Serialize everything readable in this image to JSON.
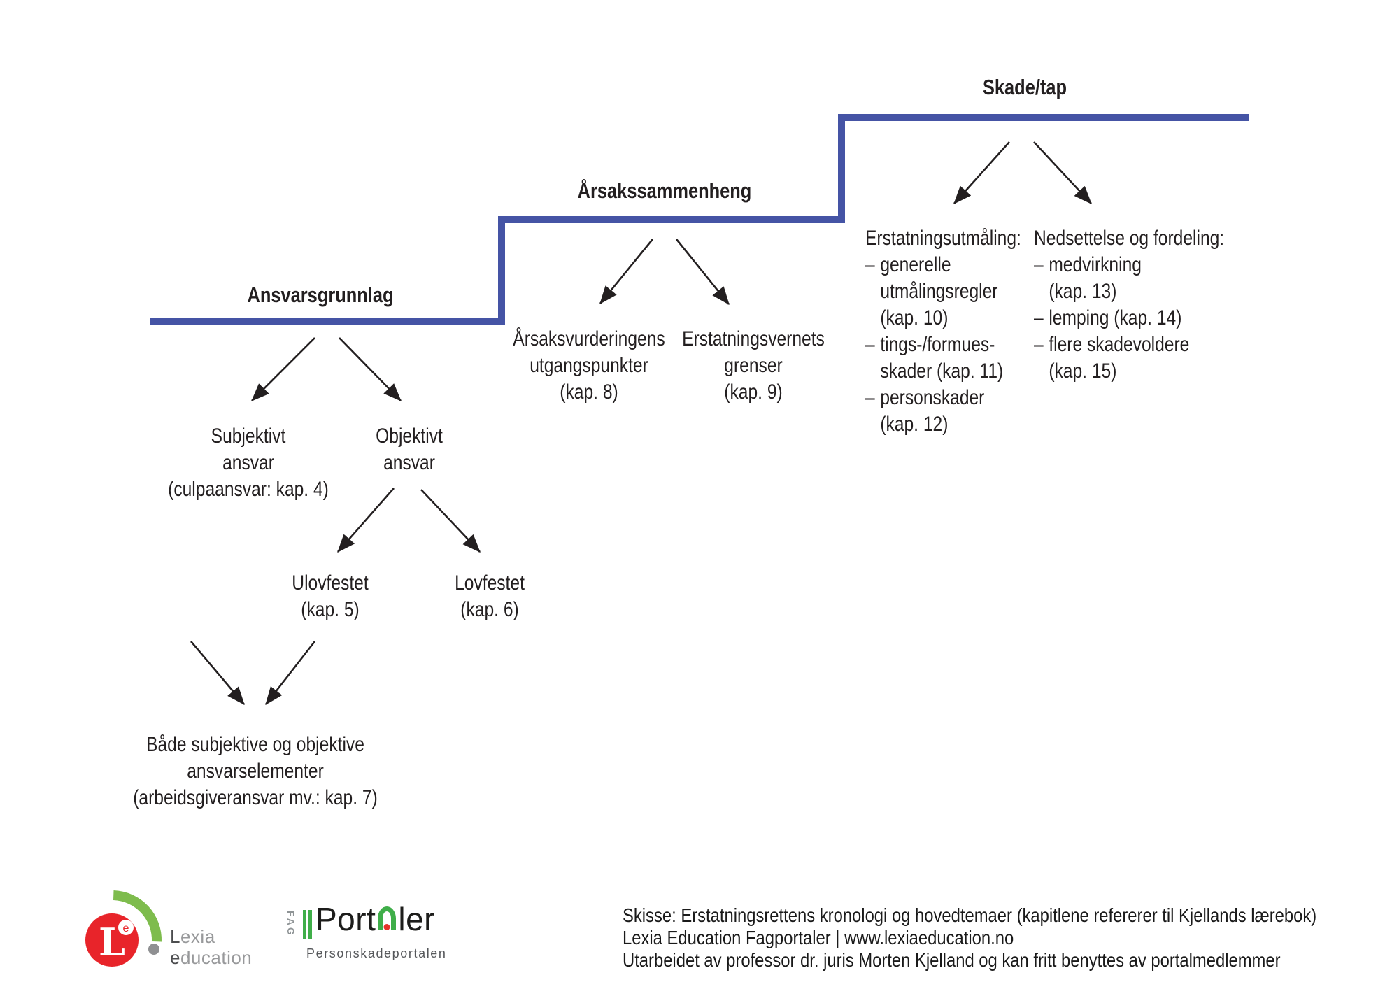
{
  "colors": {
    "step_line": "#4554a5",
    "text": "#231f20",
    "lexia_red": "#e8242a",
    "lexia_green_arc": "#7ebc4d",
    "lexia_gray_dot": "#8f9092",
    "fagportaler_green": "#3fae49",
    "fagportaler_red_dot": "#e63329"
  },
  "diagram": {
    "steps": {
      "ansvarsgrunnlag": {
        "title": "Ansvarsgrunnlag"
      },
      "arsakssammenheng": {
        "title": "Årsakssammenheng"
      },
      "skade_tap": {
        "title": "Skade/tap"
      }
    },
    "nodes": {
      "subjektivt": "Subjektivt\nansvar\n(culpaansvar: kap. 4)",
      "objektivt": "Objektivt\nansvar",
      "ulovfestet": "Ulovfestet\n(kap. 5)",
      "lovfestet": "Lovfestet\n(kap. 6)",
      "baade": "Både subjektive og objektive\nansvarselementer\n(arbeidsgiveransvar mv.: kap. 7)",
      "kap8": "Årsaksvurderingens\nutgangspunkter\n(kap. 8)",
      "kap9": "Erstatningsvernets\ngrenser\n(kap. 9)"
    },
    "lists": {
      "utmaling": {
        "title": "Erstatningsutmåling:",
        "dash": "–",
        "items": [
          "generelle\nutmålingsregler\n(kap. 10)",
          "tings-/formues-\nskader (kap. 11)",
          "personskader\n(kap. 12)"
        ]
      },
      "nedsettelse": {
        "title": "Nedsettelse og fordeling:",
        "dash": "–",
        "items": [
          "medvirkning\n(kap. 13)",
          "lemping (kap. 14)",
          "flere skadevoldere\n(kap. 15)"
        ]
      }
    }
  },
  "footer": {
    "lexia": {
      "mark_letter": "L",
      "mark_e": "e",
      "word1_initial": "L",
      "word1_rest": "exia",
      "word2_initial": "e",
      "word2_rest": "ducation"
    },
    "fagportaler": {
      "vertical_label": "FAG",
      "wordmark_start": "Port",
      "wordmark_end": "ler",
      "subtitle": "Personskadeportalen"
    },
    "caption": {
      "line1": "Skisse: Erstatningsrettens kronologi og hovedtemaer (kapitlene refererer til Kjellands lærebok)",
      "line2": "Lexia Education Fagportaler | www.lexiaeducation.no",
      "line3": "Utarbeidet av professor dr. juris Morten Kjelland og kan fritt benyttes av portalmedlemmer"
    }
  }
}
